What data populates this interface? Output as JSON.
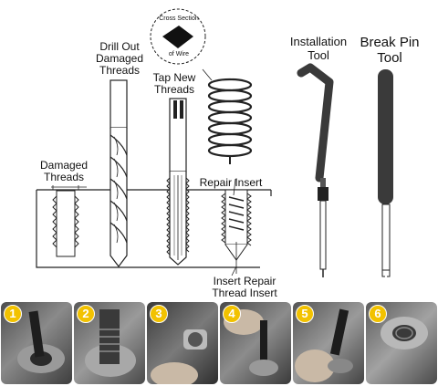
{
  "labels": {
    "cross_section_line1": "Cross Section",
    "cross_section_line2": "of Wire",
    "drill_out_1": "Drill Out",
    "drill_out_2": "Damaged",
    "drill_out_3": "Threads",
    "tap_new_1": "Tap New",
    "tap_new_2": "Threads",
    "damaged_1": "Damaged",
    "damaged_2": "Threads",
    "repair_insert": "Repair Insert",
    "insert_repair_1": "Insert Repair",
    "insert_repair_2": "Thread Insert",
    "installation_1": "Installation",
    "installation_2": "Tool",
    "break_pin_1": "Break Pin",
    "break_pin_2": "Tool"
  },
  "steps": [
    "1",
    "2",
    "3",
    "4",
    "5",
    "6"
  ],
  "colors": {
    "step_badge": "#f2c200",
    "tool_dark": "#3a3a3a"
  }
}
